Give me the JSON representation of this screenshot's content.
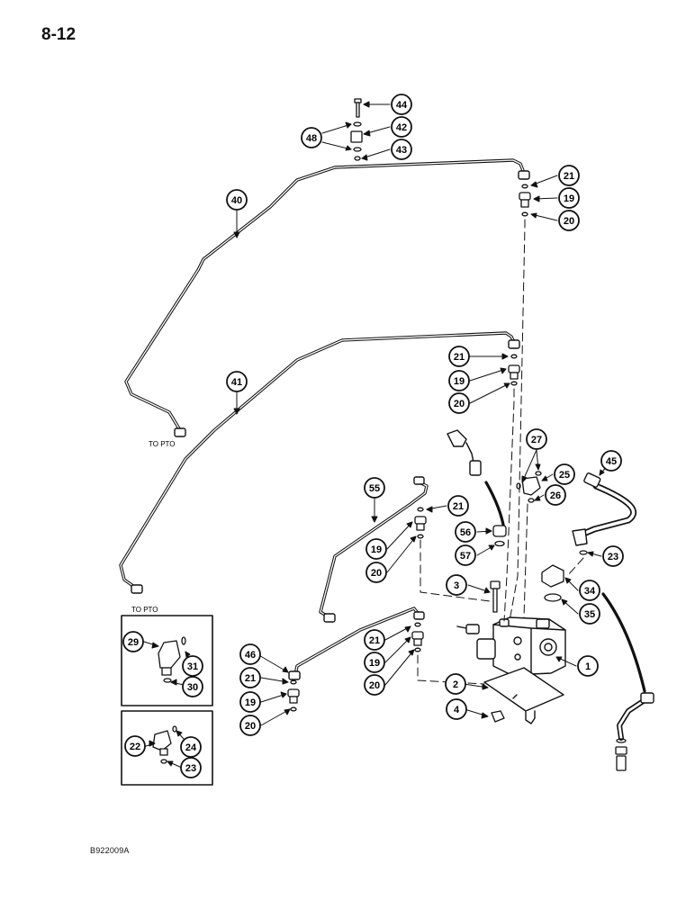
{
  "page": {
    "number": "8-12",
    "drawing_code": "B922009A"
  },
  "notes": {
    "to_pto_upper": "TO PTO",
    "to_pto_lower": "TO PTO"
  },
  "callouts": [
    {
      "id": "c44",
      "label": "44"
    },
    {
      "id": "c42",
      "label": "42"
    },
    {
      "id": "c48",
      "label": "48"
    },
    {
      "id": "c43",
      "label": "43"
    },
    {
      "id": "c21a",
      "label": "21"
    },
    {
      "id": "c19a",
      "label": "19"
    },
    {
      "id": "c20a",
      "label": "20"
    },
    {
      "id": "c40",
      "label": "40"
    },
    {
      "id": "c41",
      "label": "41"
    },
    {
      "id": "c21b",
      "label": "21"
    },
    {
      "id": "c19b",
      "label": "19"
    },
    {
      "id": "c20b",
      "label": "20"
    },
    {
      "id": "c27",
      "label": "27"
    },
    {
      "id": "c25",
      "label": "25"
    },
    {
      "id": "c26",
      "label": "26"
    },
    {
      "id": "c45",
      "label": "45"
    },
    {
      "id": "c55",
      "label": "55"
    },
    {
      "id": "c21c",
      "label": "21"
    },
    {
      "id": "c56",
      "label": "56"
    },
    {
      "id": "c19c",
      "label": "19"
    },
    {
      "id": "c57",
      "label": "57"
    },
    {
      "id": "c20c",
      "label": "20"
    },
    {
      "id": "c23a",
      "label": "23"
    },
    {
      "id": "c3",
      "label": "3"
    },
    {
      "id": "c34",
      "label": "34"
    },
    {
      "id": "c35",
      "label": "35"
    },
    {
      "id": "c29",
      "label": "29"
    },
    {
      "id": "c31",
      "label": "31"
    },
    {
      "id": "c30",
      "label": "30"
    },
    {
      "id": "c46",
      "label": "46"
    },
    {
      "id": "c21d",
      "label": "21"
    },
    {
      "id": "c19d",
      "label": "19"
    },
    {
      "id": "c20d",
      "label": "20"
    },
    {
      "id": "c21e",
      "label": "21"
    },
    {
      "id": "c19e",
      "label": "19"
    },
    {
      "id": "c20e",
      "label": "20"
    },
    {
      "id": "c1",
      "label": "1"
    },
    {
      "id": "c2",
      "label": "2"
    },
    {
      "id": "c4",
      "label": "4"
    },
    {
      "id": "c22",
      "label": "22"
    },
    {
      "id": "c24",
      "label": "24"
    },
    {
      "id": "c23b",
      "label": "23"
    }
  ]
}
